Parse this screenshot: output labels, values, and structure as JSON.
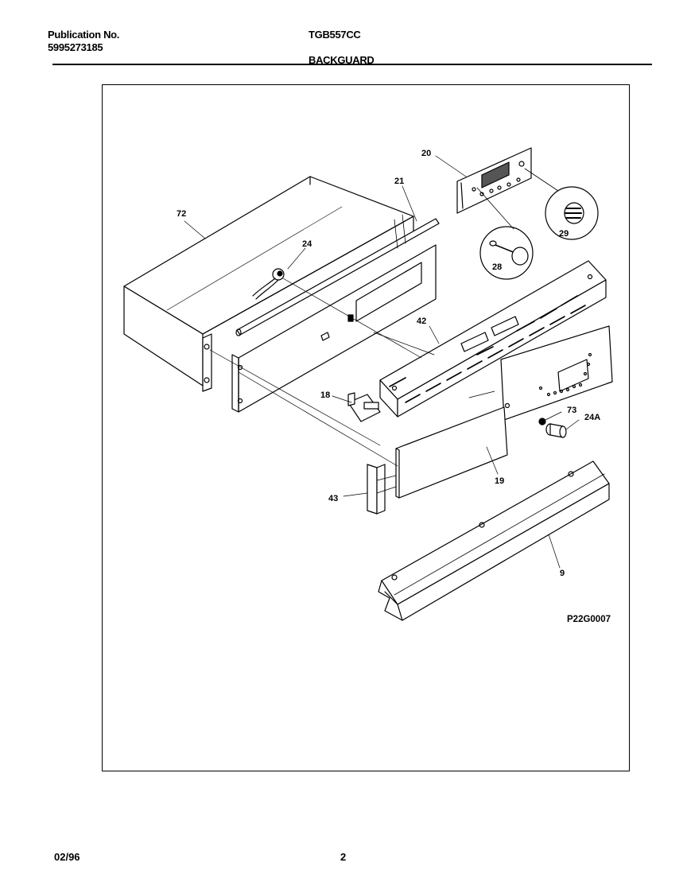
{
  "header": {
    "publication_label": "Publication No.",
    "publication_number": "5995273185",
    "model": "TGB557CC",
    "section": "BACKGUARD"
  },
  "diagram": {
    "code": "P22G0007",
    "callouts": {
      "p72": "72",
      "p24": "24",
      "p21": "21",
      "p20": "20",
      "p29": "29",
      "p28": "28",
      "p42": "42",
      "p18": "18",
      "p73": "73",
      "p24a": "24A",
      "p19": "19",
      "p43": "43",
      "p9": "9"
    }
  },
  "footer": {
    "date": "02/96",
    "page": "2"
  }
}
